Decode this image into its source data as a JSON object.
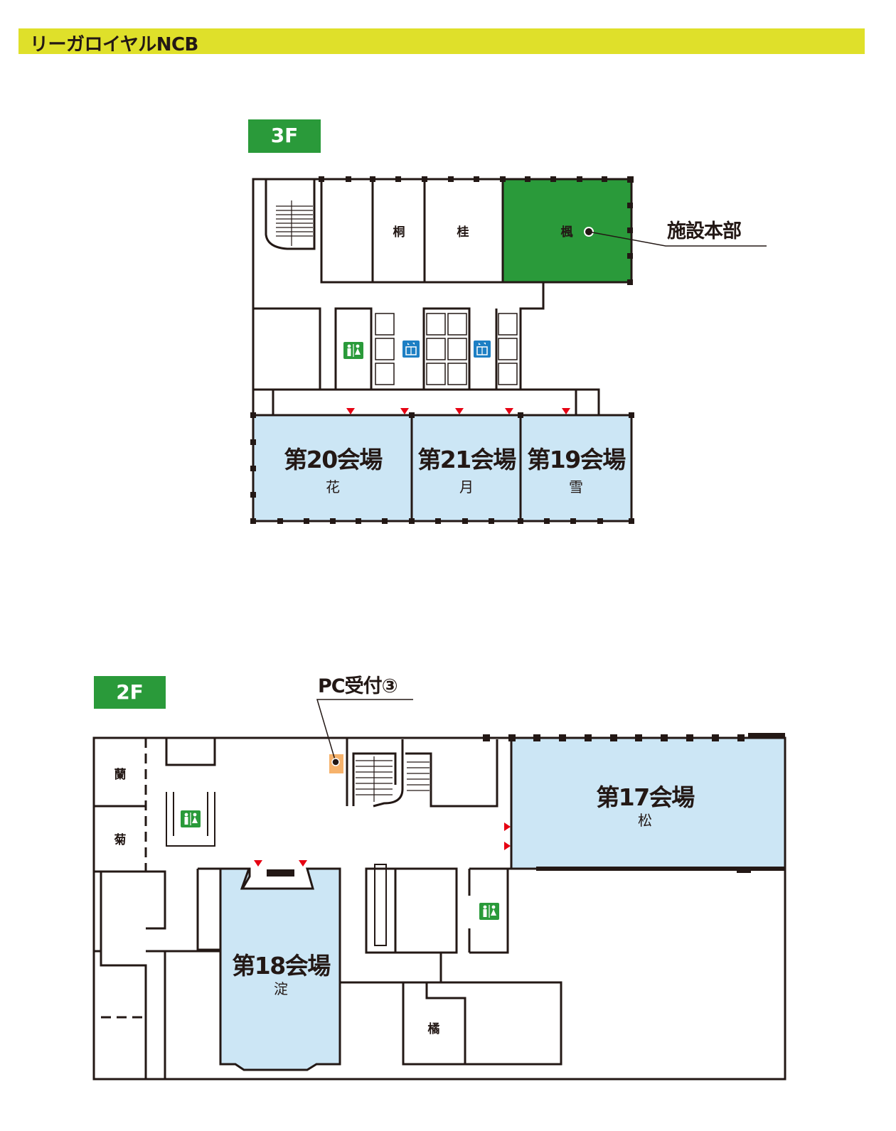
{
  "header": {
    "title": "リーガロイヤルNCB"
  },
  "colors": {
    "title_bar": "#dfe02a",
    "floor_badge": "#2a9a3a",
    "hall": "#cce6f5",
    "headquarters": "#2a9a3a",
    "pc_desk": "#f6b26b",
    "entrance_marker": "#e60012",
    "restroom_icon": "#2a9a3a",
    "elevator_icon": "#1d7fc4"
  },
  "floor3": {
    "badge": "3F",
    "rooms": {
      "kiri": "桐",
      "katsura": "桂",
      "kaede": "楓",
      "hall20_name": "第20会場",
      "hall20_sub": "花",
      "hall21_name": "第21会場",
      "hall21_sub": "月",
      "hall19_name": "第19会場",
      "hall19_sub": "雪"
    },
    "callout": "施設本部",
    "icons": [
      "restroom-icon",
      "elevator-icon",
      "elevator-icon"
    ]
  },
  "floor2": {
    "badge": "2F",
    "rooms": {
      "ran": "蘭",
      "kiku": "菊",
      "hall17_name": "第17会場",
      "hall17_sub": "松",
      "hall18_name": "第18会場",
      "hall18_sub": "淀",
      "tachibana": "橘"
    },
    "callout": "PC受付③",
    "icons": [
      "restroom-icon",
      "restroom-icon"
    ]
  }
}
